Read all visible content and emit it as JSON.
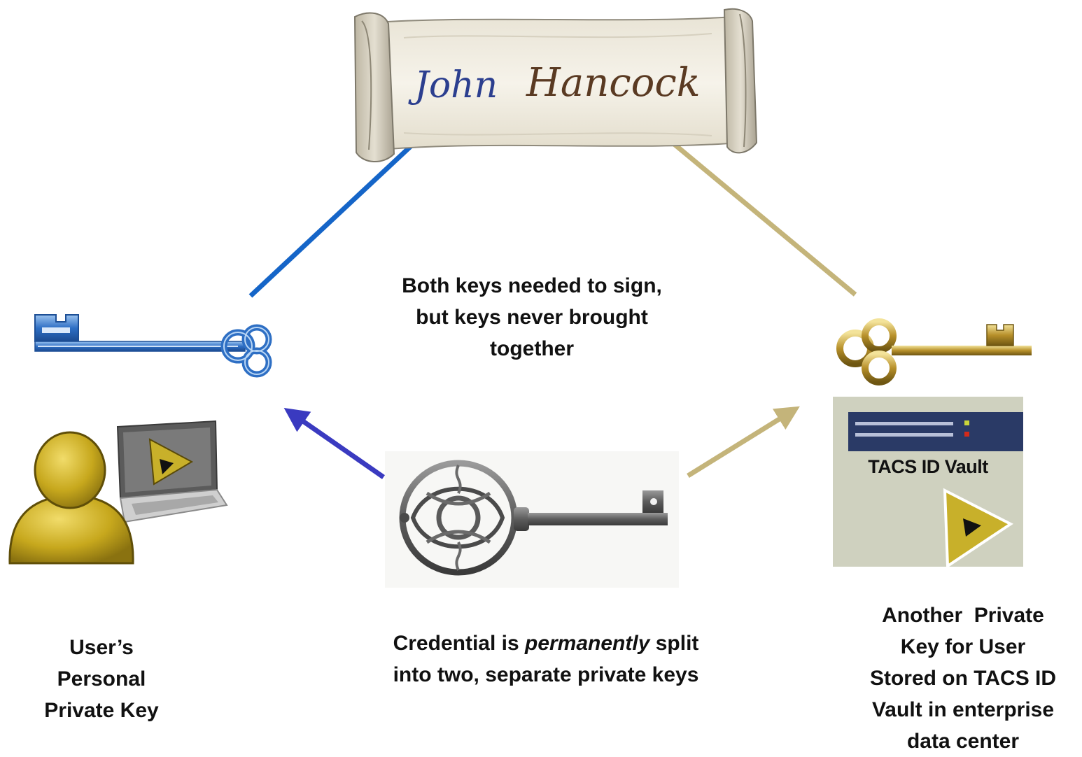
{
  "signature": {
    "first_name": "John",
    "last_name": "Hancock"
  },
  "center_note": {
    "line1": "Both keys needed to sign,",
    "line2": "but keys never brought",
    "line3": "together"
  },
  "split_note": {
    "line1_pre": "Credential is ",
    "line1_emph": "permanently",
    "line1_post": " split",
    "line2": "into two, separate private keys"
  },
  "user_key_label": {
    "line1": "User’s",
    "line2": "Personal",
    "line3": "Private Key"
  },
  "vault_key_label": {
    "line1": "Another  Private",
    "line2": "Key for User",
    "line3": "Stored on TACS ID",
    "line4": "Vault in enterprise",
    "line5": "data center"
  },
  "vault": {
    "title": "TACS ID Vault"
  },
  "icons": {
    "scroll": "parchment-scroll-icon",
    "blue_key": "blue-key-icon",
    "gold_key": "gold-key-icon",
    "credential_key": "ornate-iron-key-icon",
    "user": "user-avatar-icon",
    "laptop": "laptop-icon",
    "server": "server-icon",
    "logo": "triangle-logo-icon"
  },
  "colors": {
    "blue_arrow": "#1565c8",
    "indigo_arrow": "#3a3ac0",
    "khaki_arrow": "#c4b47a",
    "user_gold": "#c7a81d",
    "vault_bg": "#cfd1bf",
    "server_navy": "#2a3a66"
  }
}
